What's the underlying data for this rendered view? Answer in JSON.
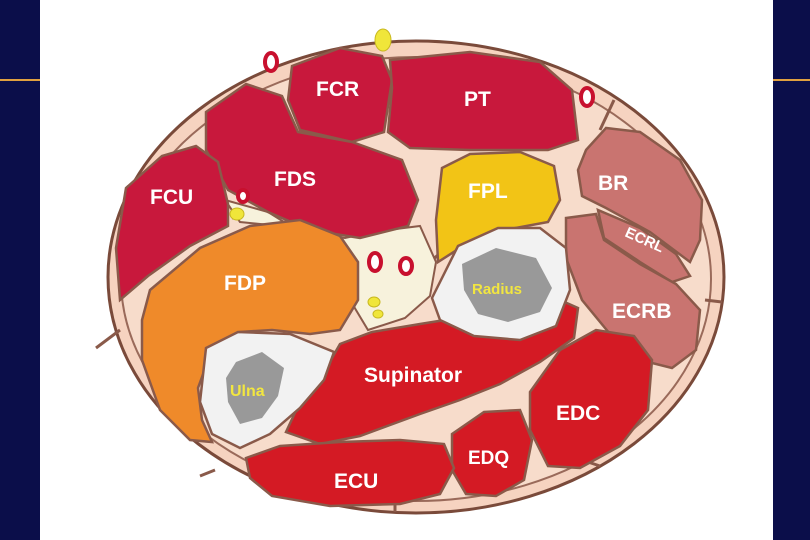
{
  "labels": {
    "fcr": "FCR",
    "pt": "PT",
    "fds": "FDS",
    "fcu": "FCU",
    "fpl": "FPL",
    "br": "BR",
    "ecrl": "ECRL",
    "ecrb": "ECRB",
    "fdp": "FDP",
    "radius": "Radius",
    "ulna": "Ulna",
    "supinator": "Supinator",
    "edc": "EDC",
    "edq": "EDQ",
    "ecu": "ECU"
  },
  "colors": {
    "background": "#0b0e4a",
    "panel": "#ffffff",
    "skin": "#f6d3c0",
    "fascia": "#8a5a4a",
    "flexor_red": "#c8183c",
    "fpl_yellow": "#f2c416",
    "fdp_orange": "#ef8a2a",
    "extensor_red": "#d41a24",
    "radial_group": "#c97470",
    "bone": "#f2f2f2",
    "marrow": "#8a8a8a",
    "nerve": "#f0e63a",
    "vessel": "#c8102e"
  }
}
